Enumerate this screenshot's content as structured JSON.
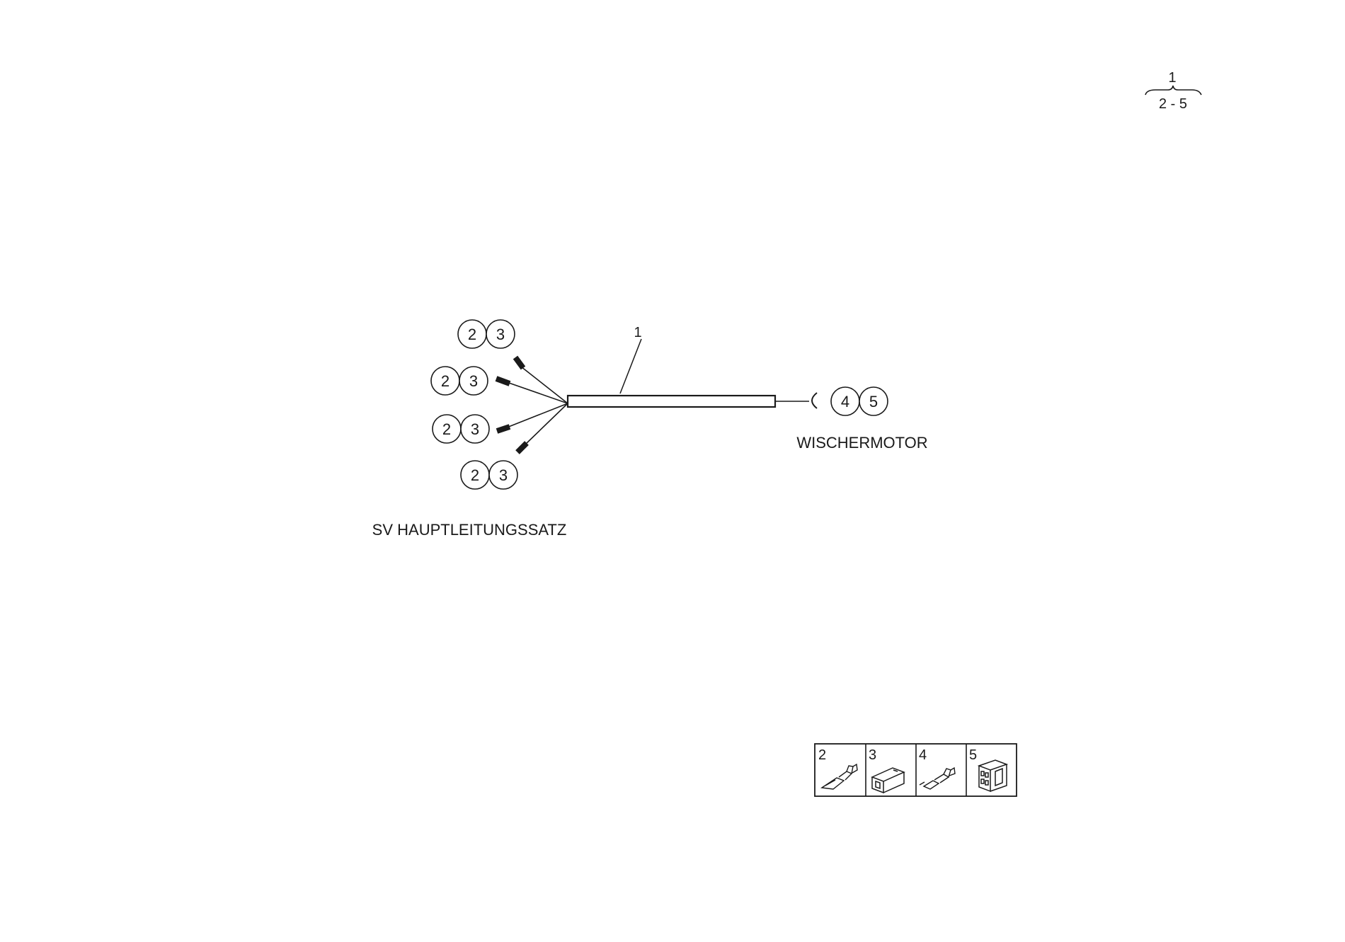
{
  "header": {
    "ref_top": "1",
    "ref_bottom": "2 - 5"
  },
  "harness": {
    "item_number": "1",
    "left_label": "SV HAUPTLEITUNGSSATZ",
    "right_label": "WISCHERMOTOR",
    "left_callouts": [
      {
        "a": "2",
        "b": "3"
      },
      {
        "a": "2",
        "b": "3"
      },
      {
        "a": "2",
        "b": "3"
      },
      {
        "a": "2",
        "b": "3"
      }
    ],
    "right_callout": {
      "a": "4",
      "b": "5"
    }
  },
  "legend": {
    "items": [
      {
        "number": "2",
        "icon": "female-terminal-icon"
      },
      {
        "number": "3",
        "icon": "connector-housing-icon"
      },
      {
        "number": "4",
        "icon": "male-terminal-icon"
      },
      {
        "number": "5",
        "icon": "multi-pin-connector-icon"
      }
    ]
  }
}
